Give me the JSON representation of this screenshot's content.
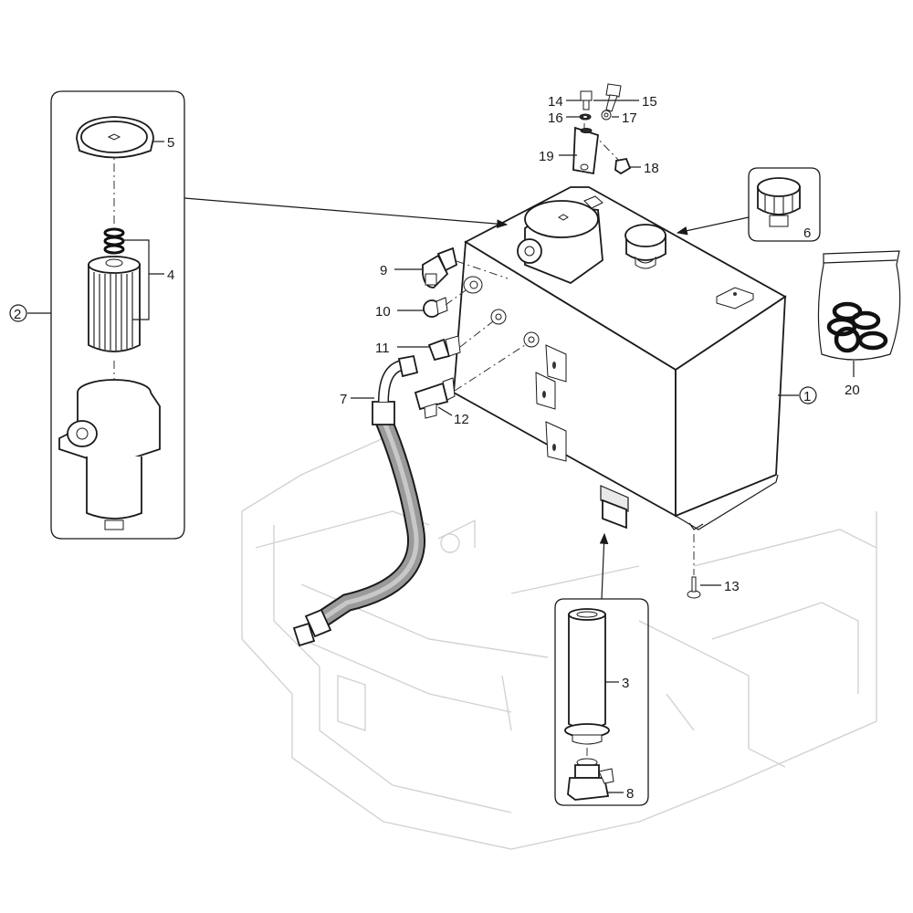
{
  "diagram": {
    "type": "exploded-parts-diagram",
    "subject": "hydraulic tank assembly",
    "callouts": [
      {
        "id": "1",
        "circled": true,
        "part": "tank"
      },
      {
        "id": "2",
        "circled": true,
        "part": "return filter assembly"
      },
      {
        "id": "3",
        "circled": false,
        "part": "suction strainer"
      },
      {
        "id": "4",
        "circled": false,
        "part": "filter element with spring"
      },
      {
        "id": "5",
        "circled": false,
        "part": "filter cover"
      },
      {
        "id": "6",
        "circled": false,
        "part": "breather cap"
      },
      {
        "id": "7",
        "circled": false,
        "part": "hose"
      },
      {
        "id": "8",
        "circled": false,
        "part": "elbow fitting"
      },
      {
        "id": "9",
        "circled": false,
        "part": "elbow fitting"
      },
      {
        "id": "10",
        "circled": false,
        "part": "plug"
      },
      {
        "id": "11",
        "circled": false,
        "part": "straight fitting"
      },
      {
        "id": "12",
        "circled": false,
        "part": "tee fitting"
      },
      {
        "id": "13",
        "circled": false,
        "part": "screw"
      },
      {
        "id": "14",
        "circled": false,
        "part": "bolt"
      },
      {
        "id": "15",
        "circled": false,
        "part": "bolt"
      },
      {
        "id": "16",
        "circled": false,
        "part": "washer"
      },
      {
        "id": "17",
        "circled": false,
        "part": "washer"
      },
      {
        "id": "18",
        "circled": false,
        "part": "nut"
      },
      {
        "id": "19",
        "circled": false,
        "part": "bracket"
      },
      {
        "id": "20",
        "circled": false,
        "part": "o-ring kit"
      }
    ]
  },
  "labels": {
    "l1": "1",
    "l2": "2",
    "l3": "3",
    "l4": "4",
    "l5": "5",
    "l6": "6",
    "l7": "7",
    "l8": "8",
    "l9": "9",
    "l10": "10",
    "l11": "11",
    "l12": "12",
    "l13": "13",
    "l14": "14",
    "l15": "15",
    "l16": "16",
    "l17": "17",
    "l18": "18",
    "l19": "19",
    "l20": "20"
  }
}
